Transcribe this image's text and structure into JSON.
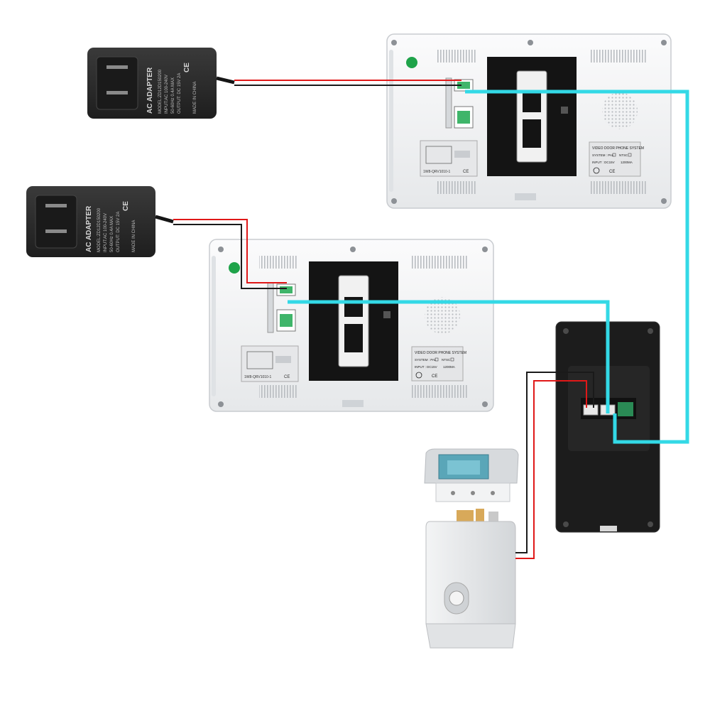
{
  "adapters": [
    {
      "title": "AC ADAPTER",
      "lines": [
        "MODEL:ZD12D150200",
        "INPUT:AC 100-240V",
        "50-60Hz 0.4A MAX",
        "OUTPUT: DC 15V 2A"
      ],
      "made_in": "MADE IN CHINA",
      "ce": "CE"
    },
    {
      "title": "AC ADAPTER",
      "lines": [
        "MODEL:ZD12D150200",
        "INPUT:AC 100-240V",
        "50-60Hz 0.4A MAX",
        "OUTPUT: DC 15V 2A"
      ],
      "made_in": "MADE IN CHINA",
      "ce": "CE"
    }
  ],
  "monitors": [
    {
      "label_title": "VIDEO DOOR PHONE SYSTEM",
      "label_system": "SYSTEM :  PAL",
      "label_ntsc": "NTSC",
      "label_input": "INPUT :  DC15V",
      "label_current": "1200MA",
      "label_ce": "CE",
      "diagram_code": "1W8-QRV1010-1",
      "diagram_ce": "CE"
    },
    {
      "label_title": "VIDEO DOOR PHONE SYSTEM",
      "label_system": "SYSTEM :  PAL",
      "label_ntsc": "NTSC",
      "label_input": "INPUT :  DC15V",
      "label_current": "1200MA",
      "label_ce": "CE",
      "diagram_code": "1W8-QRV1010-1",
      "diagram_ce": "CE"
    }
  ],
  "colors": {
    "video_cable": "#33d9e6",
    "wire_positive": "#e01818",
    "wire_negative": "#1a1a1a",
    "adapter_body": "#2b2b2b",
    "monitor_body": "#f4f5f6",
    "doorbell_body": "#1c1c1c",
    "lock_body": "#e9eaec"
  }
}
